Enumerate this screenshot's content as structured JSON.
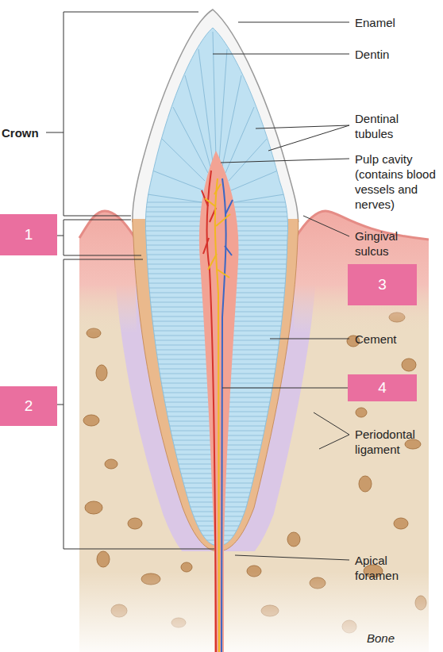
{
  "diagram": {
    "nodes": [
      {
        "text": [
          "1"
        ]
      },
      {
        "text": [
          "3"
        ]
      },
      {
        "text": [
          "4"
        ]
      },
      {
        "text": [
          "2"
        ]
      }
    ],
    "labels": [
      "Crown",
      "Enamel",
      "Dentin",
      "Dentinal tubules",
      "Pulp cavity (contains blood vessels and nerves)",
      "Gingival sulcus",
      "Cement",
      "Periodontal ligament",
      "Apical foramen",
      "Bone"
    ]
  }
}
